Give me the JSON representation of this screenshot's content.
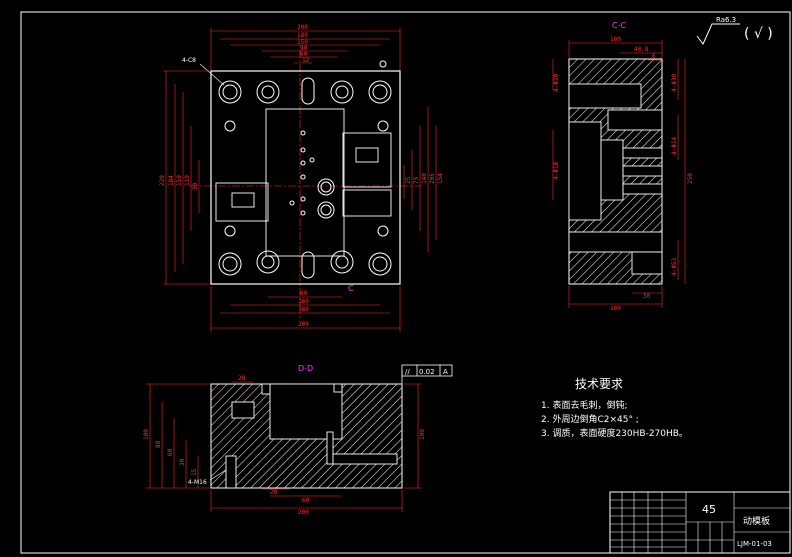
{
  "section_labels": {
    "top_right": "C-C",
    "bottom_left": "D-D"
  },
  "roughness": {
    "symbol_value": "Ra6.3",
    "paren": "( √ )"
  },
  "top_view": {
    "dims_top": [
      "200",
      "180",
      "150",
      "90",
      "60",
      "12"
    ],
    "dims_bottom": [
      "60",
      "160",
      "180",
      "200"
    ],
    "dims_left": [
      "220",
      "184",
      "150",
      "110",
      "30"
    ],
    "dims_right": [
      "25",
      "75",
      "140",
      "205",
      "154"
    ],
    "note_hole": "4-C8",
    "marker_c": "C"
  },
  "side_view": {
    "dims_top": [
      "100",
      "40.8",
      "6"
    ],
    "dims_bottom": [
      "100",
      "30"
    ],
    "dims_left": [
      "4-Φ20",
      "4-Φ18"
    ],
    "dims_right": [
      "4-Φ30",
      "4-Φ14",
      "250",
      "4-Φ53"
    ]
  },
  "front_view": {
    "dims_top": [
      "20"
    ],
    "dims_bottom": [
      "20",
      "60",
      "200"
    ],
    "dims_left": [
      "100",
      "80",
      "60",
      "30",
      "15"
    ],
    "dims_right": [
      "100"
    ],
    "note_thread": "4-M16",
    "tolerance": {
      "sym": "//",
      "value": "0.02",
      "datum": "A"
    }
  },
  "tech_req": {
    "title": "技术要求",
    "items": [
      "1. 表面去毛刺，倒钝;",
      "2. 外周边倒角C2×45° ;",
      "3. 调质，表面硬度230HB-270HB。"
    ]
  },
  "title_block": {
    "material": "45",
    "name": "动模板",
    "code": "LJM-01-03"
  }
}
